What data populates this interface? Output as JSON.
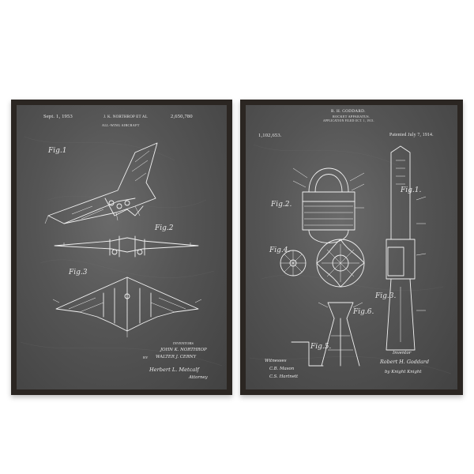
{
  "left_patent": {
    "date": "Sept. 1, 1953",
    "inventor_header": "J. K. NORTHROP ET AL",
    "number": "2,650,780",
    "title": "ALL-WING AIRCRAFT",
    "fig1": "Fig.1",
    "fig2": "Fig.2",
    "fig3": "Fig.3",
    "inventors_label": "INVENTORS",
    "inventor1": "JOHN K. NORTHROP",
    "by_label": "BY",
    "inventor2": "WALTER J. CERNY",
    "signature": "Herbert L. Metcalf",
    "attorney_label": "Attorney"
  },
  "right_patent": {
    "inventor_header": "R. H. GODDARD.",
    "title": "ROCKET APPARATUS.",
    "filed": "APPLICATION FILED OCT. 1, 1913.",
    "number": "1,102,653.",
    "patented": "Patented July 7, 1914.",
    "fig1": "Fig.1.",
    "fig2": "Fig.2.",
    "fig3": "Fig.3.",
    "fig4": "Fig.4.",
    "fig5": "Fig.5.",
    "fig6": "Fig.6.",
    "witnesses_label": "Witnesses",
    "witness1": "C.B. Mason",
    "witness2": "C.S. Hartnett",
    "inventor_label": "Inventor",
    "inventor_sig": "Robert H. Goddard",
    "attorney_sig": "by Knight Knight"
  }
}
